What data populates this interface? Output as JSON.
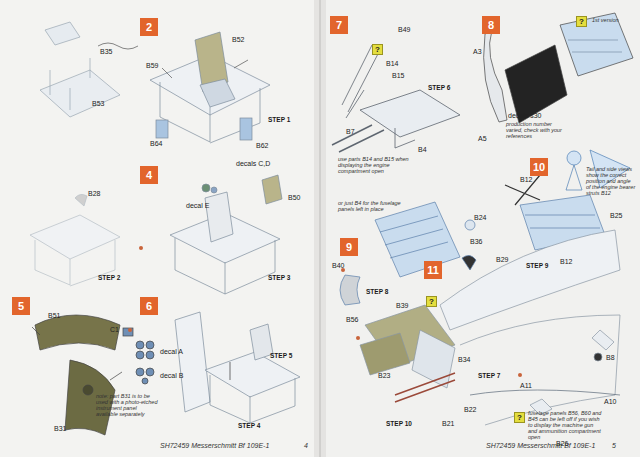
{
  "diagram": {
    "nodes": [
      {
        "text": [
          "2"
        ]
      },
      {
        "text": [
          "4"
        ]
      },
      {
        "text": [
          "5"
        ]
      },
      {
        "text": [
          "6"
        ]
      },
      {
        "text": [
          "7"
        ]
      },
      {
        "text": [
          "?"
        ]
      },
      {
        "text": [
          "8"
        ]
      },
      {
        "text": [
          "?"
        ]
      },
      {
        "text": [
          "10"
        ]
      },
      {
        "text": [
          "9"
        ]
      },
      {
        "text": [
          "11"
        ]
      },
      {
        "text": [
          "?"
        ]
      },
      {
        "text": [
          "?"
        ]
      }
    ],
    "labels": [
      "B35",
      "B53",
      "B59",
      "B52",
      "STEP 1",
      "B64",
      "B62",
      "B28",
      "STEP 2",
      "decals C,D",
      "decal E",
      "B50",
      "STEP 3",
      "B51",
      "C1",
      "decal A",
      "decal B",
      "note: part B31 is to be used with a photo-etched instrument panel available separately",
      "B31",
      "STEP 5",
      "STEP 4",
      "SH72459 Messerschmitt Bf 109E-1",
      "4",
      "B49",
      "B14",
      "B15",
      "STEP 6",
      "B7",
      "B4",
      "use parts B14 and B15 when displaying the engine compartment open",
      "or just B4 for the fuselage panels left in place",
      "A3",
      "A5",
      "decals s30",
      "production number varied, check with your references",
      "1st version",
      "B24",
      "B36",
      "B40",
      "B39",
      "STEP 8",
      "Tail and side views show the correct position and angle of the engine bearer struts B12",
      "B29",
      "B12",
      "STEP 9",
      "B25",
      "B12",
      "B56",
      "B34",
      "B23",
      "B8",
      "A11",
      "A10",
      "STEP 7",
      "B22",
      "B21",
      "STEP 10",
      "fuselage panels B56, B60 and B45 can be left off if you wish to display the machine gun and ammunition compartment open",
      "B26",
      "SH72459 Messerschmitt Bf 109E-1",
      "5"
    ]
  }
}
